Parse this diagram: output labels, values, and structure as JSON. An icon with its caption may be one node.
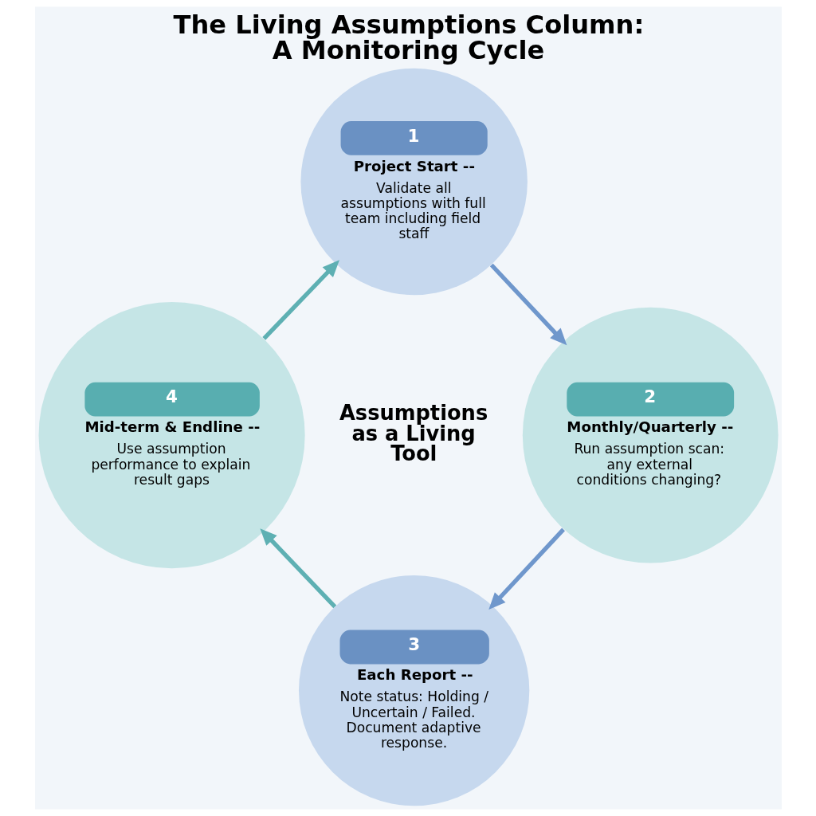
{
  "diagram": {
    "title": "The Living Assumptions Column: A Monitoring Cycle",
    "nodes": [
      {
        "text": [
          "1",
          "Project Start --",
          "Validate all assumptions with full team including field staff"
        ]
      },
      {
        "text": [
          "2",
          "Monthly/Quarterly --",
          "Run assumption scan: any external conditions changing?"
        ]
      },
      {
        "text": [
          "3",
          "Each Report --",
          "Note status: Holding / Uncertain / Failed. Document adaptive response."
        ]
      },
      {
        "text": [
          "4",
          "Mid-term & Endline --",
          "Use assumption performance to explain result gaps"
        ]
      }
    ],
    "edges": [
      {
        "from": 0,
        "to": 1,
        "arrow": "to",
        "color": "#6f97cc"
      },
      {
        "from": 1,
        "to": 2,
        "arrow": "to",
        "color": "#6f97cc"
      },
      {
        "from": 2,
        "to": 3,
        "arrow": "to",
        "color": "#5eb0b3"
      },
      {
        "from": 3,
        "to": 0,
        "arrow": "to",
        "color": "#5eb0b3"
      }
    ],
    "labels": [
      "Assumptions as a Living Tool"
    ]
  }
}
